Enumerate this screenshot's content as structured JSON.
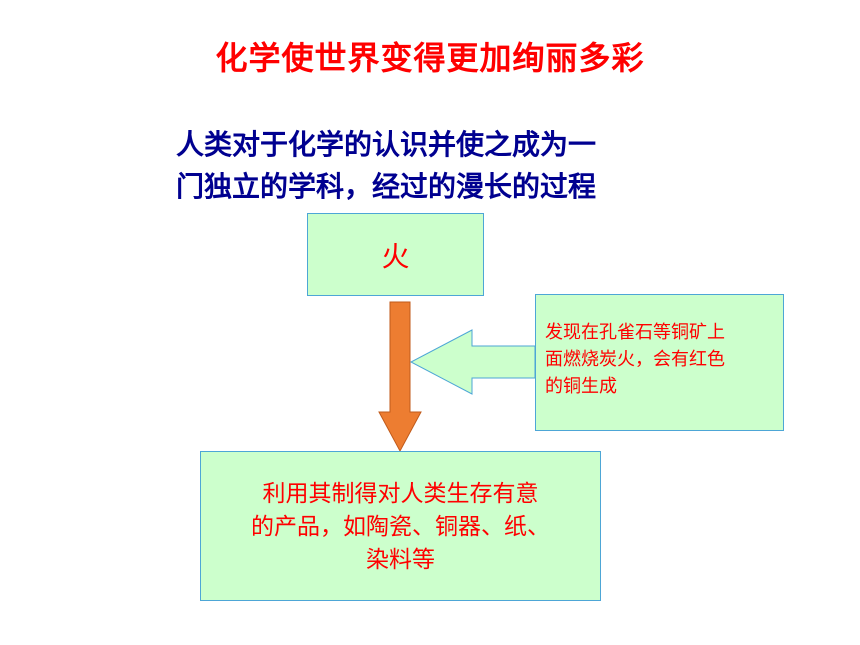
{
  "slide": {
    "title": "化学使世界变得更加绚丽多彩",
    "subtitle_lines": [
      "人类对于化学的认识并使之成为一",
      "门独立的学科，经过的漫长的过程"
    ]
  },
  "diagram": {
    "fire_box": {
      "label": "火"
    },
    "discovery_box": {
      "lines": [
        "发现在孔雀石等铜矿上",
        "面燃烧炭火，会有红色",
        "的铜生成"
      ]
    },
    "products_box": {
      "lines": [
        "利用其制得对人类生存有意",
        "的产品，如陶瓷、铜器、纸、",
        "染料等"
      ]
    }
  },
  "colors": {
    "title": "#ff0000",
    "subtitle": "#000090",
    "box_fill": "#ccffcc",
    "box_border": "#4da6d6",
    "box_text": "#ff0000",
    "down_arrow": "#ed7d31",
    "left_arrow_fill": "#ccffcc",
    "left_arrow_stroke": "#4da6d6"
  }
}
